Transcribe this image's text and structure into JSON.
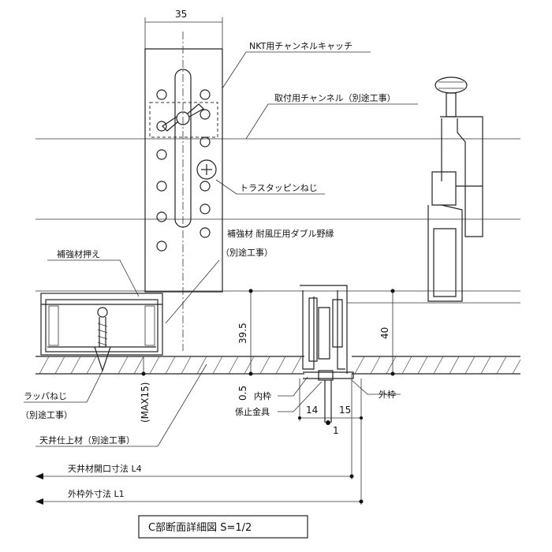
{
  "labels": {
    "channel_catch": "NKT用チャンネルキャッチ",
    "mounting_channel": "取付用チャンネル（別途工事）",
    "truss_screw": "トラスタッピンねじ",
    "reinforce_wire": "補強材 耐風圧用ダブル野縁",
    "reinforce_wire_note": "（別途工事）",
    "reinforce_holder": "補強材押え",
    "wrapper_screw": "ラッパねじ",
    "wrapper_screw_note": "（別途工事）",
    "inner_frame": "内枠",
    "stop_bracket": "係止金具",
    "outer_frame": "外枠",
    "ceiling_finish": "天井仕上材（別途工事）",
    "ceiling_opening": "天井材開口寸法 L4",
    "outer_frame_size": "外枠外寸法 L1"
  },
  "dimensions": {
    "width_35": "35",
    "height_39_5": "39.5",
    "height_40": "40",
    "gap_0_5": "0.5",
    "max_15": "(MAX15)",
    "dim_14": "14",
    "dim_15": "15",
    "dim_1": "1"
  },
  "caption": "C部断面詳細図 S=1/2"
}
